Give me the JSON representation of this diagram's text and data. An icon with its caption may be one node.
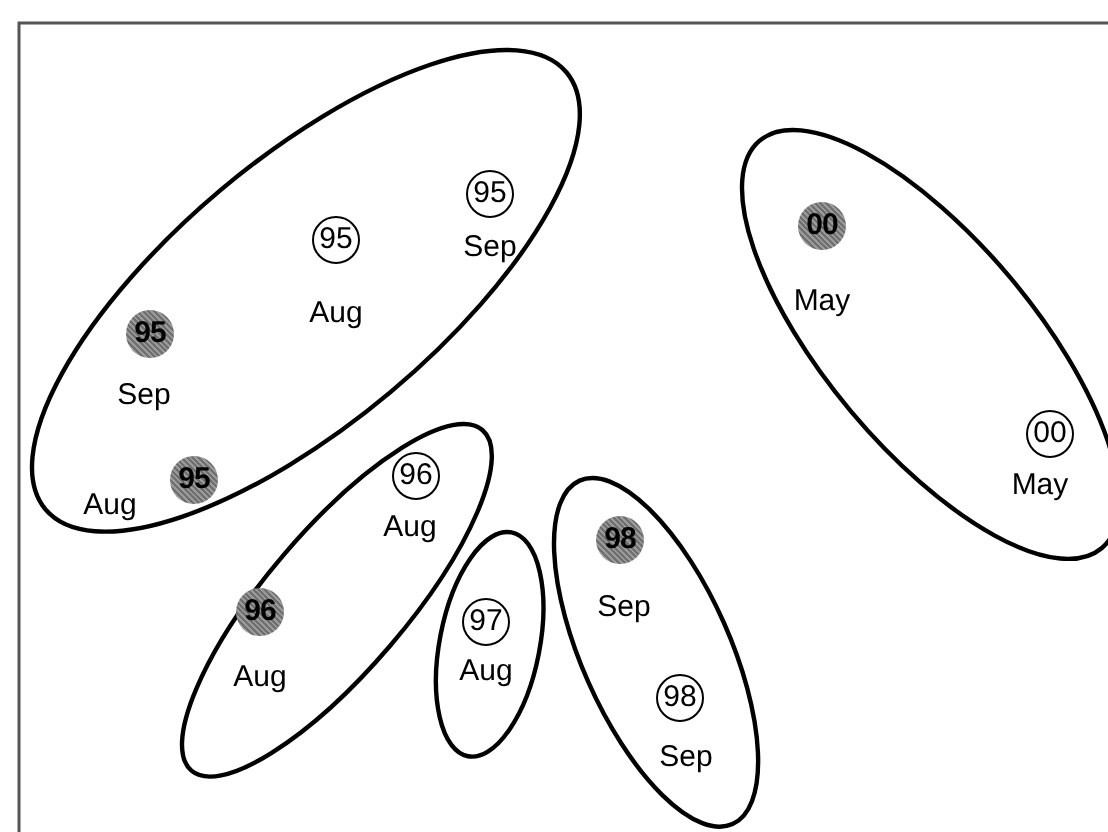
{
  "diagram": {
    "nodes": [
      {
        "text": [],
        "shape": "ellipse"
      },
      {
        "text": [
          "95"
        ],
        "beside": [
          "Sep"
        ],
        "in": 0
      },
      {
        "text": [
          "95"
        ],
        "beside": [
          "Aug"
        ],
        "in": 0
      },
      {
        "text": [
          "95"
        ],
        "beside": [
          "Sep"
        ],
        "in": 0
      },
      {
        "text": [
          "95"
        ],
        "beside": [
          "Aug"
        ],
        "in": 0
      },
      {
        "text": [],
        "shape": "ellipse"
      },
      {
        "text": [
          "00"
        ],
        "beside": [
          "May"
        ],
        "in": 5
      },
      {
        "text": [
          "00"
        ],
        "beside": [
          "May"
        ],
        "in": 5
      },
      {
        "text": [],
        "shape": "ellipse"
      },
      {
        "text": [
          "96"
        ],
        "beside": [
          "Aug"
        ],
        "in": 8
      },
      {
        "text": [
          "96"
        ],
        "beside": [
          "Aug"
        ],
        "in": 8
      },
      {
        "text": [],
        "shape": "ellipse"
      },
      {
        "text": [
          "97"
        ],
        "beside": [
          "Aug"
        ],
        "in": 11
      },
      {
        "text": [],
        "shape": "ellipse"
      },
      {
        "text": [
          "98"
        ],
        "beside": [
          "Sep"
        ],
        "in": 13
      },
      {
        "text": [
          "98"
        ],
        "beside": [
          "Sep"
        ],
        "in": 13
      }
    ]
  }
}
